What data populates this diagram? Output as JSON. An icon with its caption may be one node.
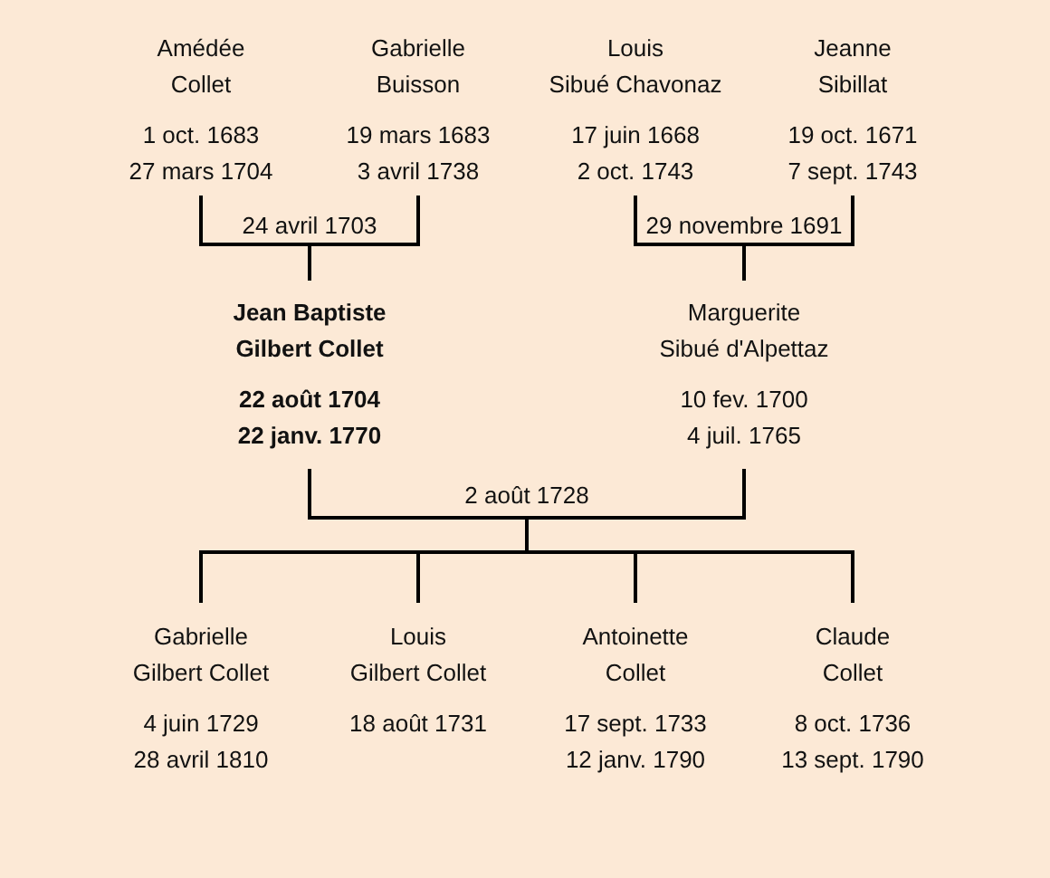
{
  "diagram": {
    "nodes": [
      {
        "text": [
          "Amédée",
          "Collet",
          "1 oct. 1683",
          "27 mars 1704"
        ]
      },
      {
        "text": [
          "Gabrielle",
          "Buisson",
          "19 mars 1683",
          "3 avril 1738"
        ]
      },
      {
        "text": [
          "Louis",
          "Sibué Chavonaz",
          "17 juin 1668",
          "2 oct. 1743"
        ]
      },
      {
        "text": [
          "Jeanne",
          "Sibillat",
          "19 oct. 1671",
          "7 sept. 1743"
        ]
      },
      {
        "text": [
          "Jean Baptiste",
          "Gilbert Collet",
          "22 août 1704",
          "22 janv. 1770"
        ]
      },
      {
        "text": [
          "Marguerite",
          "Sibué d'Alpettaz",
          "10 fev. 1700",
          "4 juil. 1765"
        ]
      },
      {
        "text": [
          "Gabrielle",
          "Gilbert Collet",
          "4 juin 1729",
          "28 avril 1810"
        ]
      },
      {
        "text": [
          "Louis",
          "Gilbert Collet",
          "18 août 1731"
        ]
      },
      {
        "text": [
          "Antoinette",
          "Collet",
          "17 sept. 1733",
          "12 janv. 1790"
        ]
      },
      {
        "text": [
          "Claude",
          "Collet",
          "8 oct. 1736",
          "13 sept. 1790"
        ]
      }
    ],
    "edges": [
      {
        "from": 0,
        "to": 4,
        "arrow": "none"
      },
      {
        "from": 1,
        "to": 4,
        "arrow": "none"
      },
      {
        "from": 2,
        "to": 5,
        "arrow": "none"
      },
      {
        "from": 3,
        "to": 5,
        "arrow": "none"
      },
      {
        "from": 4,
        "to": 6,
        "arrow": "none"
      },
      {
        "from": 4,
        "to": 7,
        "arrow": "none"
      },
      {
        "from": 4,
        "to": 8,
        "arrow": "none"
      },
      {
        "from": 4,
        "to": 9,
        "arrow": "none"
      },
      {
        "from": 5,
        "to": 6,
        "arrow": "none"
      },
      {
        "from": 5,
        "to": 7,
        "arrow": "none"
      },
      {
        "from": 5,
        "to": 8,
        "arrow": "none"
      },
      {
        "from": 5,
        "to": 9,
        "arrow": "none"
      }
    ],
    "labels": [
      "24 avril 1703",
      "29 novembre 1691",
      "2 août 1728"
    ]
  }
}
